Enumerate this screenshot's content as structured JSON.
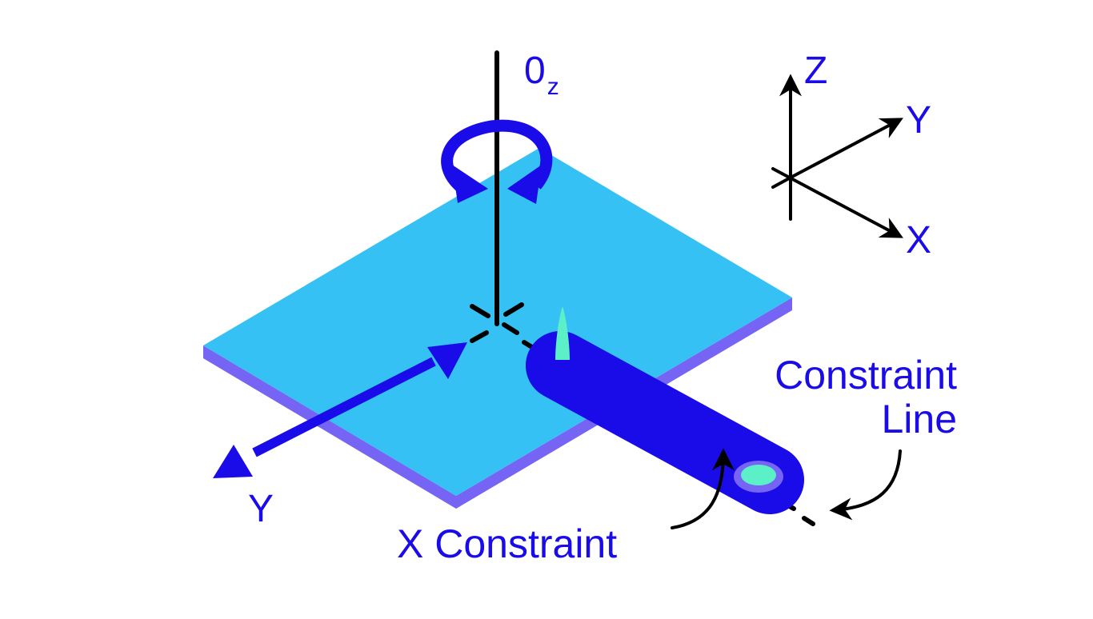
{
  "colors": {
    "plate_top": "#36C1F5",
    "plate_edge": "#7664F5",
    "accent_blue": "#1A0CE8",
    "tool_green": "#5CF0C8",
    "tool_ring": "#7664F5",
    "line": "#000000"
  },
  "labels": {
    "rotation_axis_main": "0",
    "rotation_axis_sub": "z",
    "triad_z": "Z",
    "triad_y": "Y",
    "triad_x": "X",
    "constraint_line_1": "Constraint",
    "constraint_line_2": "Line",
    "x_constraint": "X Constraint",
    "y_axis": "Y"
  },
  "icons": {
    "rotation": "rotation-arrows-icon",
    "translation": "double-arrow-icon"
  }
}
